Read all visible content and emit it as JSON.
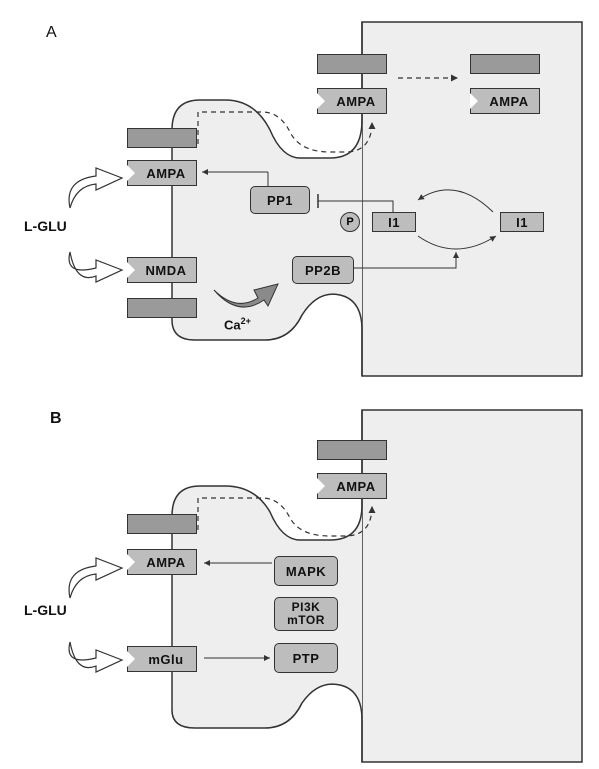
{
  "panel_a": {
    "label": "A",
    "ligand": "L-GLU",
    "ampa_top_mid": "AMPA",
    "ampa_top_right": "AMPA",
    "ampa_left": "AMPA",
    "nmda": "NMDA",
    "pp1": "PP1",
    "p": "P",
    "i1_bound": "I1",
    "i1_free": "I1",
    "pp2b": "PP2B",
    "ca_base": "Ca",
    "ca_sup": "2+"
  },
  "panel_b": {
    "label": "B",
    "ligand": "L-GLU",
    "ampa_top": "AMPA",
    "ampa_left": "AMPA",
    "mglu": "mGlu",
    "mapk": "MAPK",
    "pi3k": "PI3K",
    "mtor": "mTOR",
    "ptp": "PTP"
  }
}
